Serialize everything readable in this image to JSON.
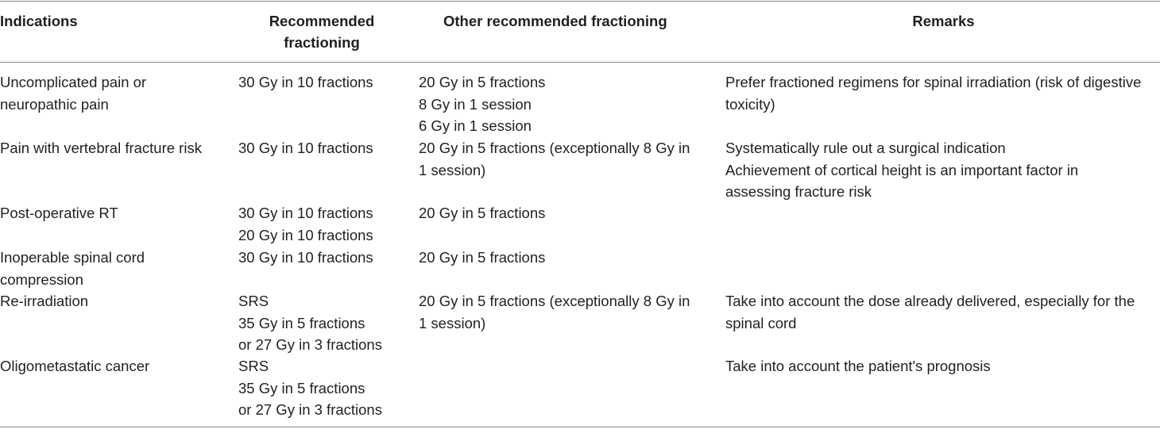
{
  "table": {
    "headers": {
      "indications": "Indications",
      "recommended": [
        "Recommended",
        "fractioning"
      ],
      "other": "Other recommended fractioning",
      "remarks": "Remarks"
    },
    "rows": [
      {
        "indication": [
          "Uncomplicated pain or",
          "neuropathic pain"
        ],
        "recommended": [
          "30 Gy in 10 fractions"
        ],
        "other": [
          "20 Gy in 5 fractions",
          "8 Gy in 1 session",
          "6 Gy in 1 session"
        ],
        "remarks": [
          "Prefer fractioned regimens for spinal irradiation (risk of digestive",
          "toxicity)"
        ]
      },
      {
        "indication": [
          "Pain with vertebral fracture risk"
        ],
        "recommended": [
          "30 Gy in 10 fractions"
        ],
        "other": [
          "20 Gy in 5 fractions (exceptionally 8 Gy in",
          "1 session)"
        ],
        "remarks": [
          "Systematically rule out a surgical indication",
          "Achievement of cortical height is an important factor in",
          "assessing fracture risk"
        ]
      },
      {
        "indication": [
          "Post-operative RT"
        ],
        "recommended": [
          "30 Gy in 10 fractions",
          "20 Gy in 10 fractions"
        ],
        "other": [
          "20 Gy in 5 fractions"
        ],
        "remarks": []
      },
      {
        "indication": [
          "Inoperable spinal cord",
          "compression"
        ],
        "recommended": [
          "30 Gy in 10 fractions"
        ],
        "other": [
          "20 Gy in 5 fractions"
        ],
        "remarks": []
      },
      {
        "indication": [
          "Re-irradiation"
        ],
        "recommended": [
          "SRS",
          "35 Gy in 5 fractions",
          "or 27 Gy in 3 fractions"
        ],
        "other": [
          "20 Gy in 5 fractions (exceptionally 8 Gy in",
          "1 session)"
        ],
        "remarks": [
          "Take into account the dose already delivered, especially for the",
          "spinal cord"
        ]
      },
      {
        "indication": [
          "Oligometastatic cancer"
        ],
        "recommended": [
          "SRS",
          "35 Gy in 5 fractions",
          "or 27 Gy in 3 fractions"
        ],
        "other": [],
        "remarks": [
          "Take into account the patient's prognosis"
        ]
      }
    ]
  }
}
